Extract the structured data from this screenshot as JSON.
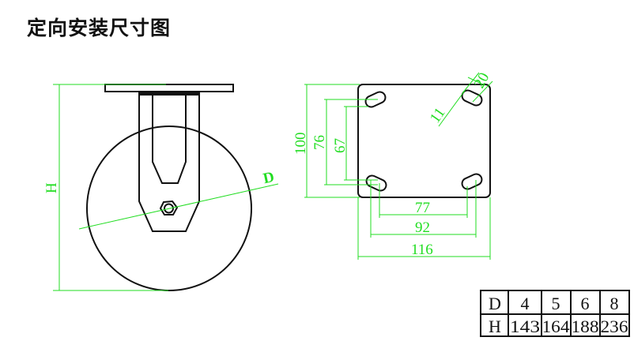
{
  "title": "定向安装尺寸图",
  "side_view": {
    "height_label": "H",
    "diameter_label": "D"
  },
  "plate_view": {
    "dims": {
      "height_outer": "100",
      "hole_outer_v": "76",
      "hole_inner_v": "67",
      "hole_inner_h": "77",
      "hole_outer_h": "92",
      "width_outer": "116",
      "slot_length": "20",
      "slot_width": "11"
    }
  },
  "table": {
    "rows": [
      {
        "header": "D",
        "values": [
          "4",
          "5",
          "6",
          "8"
        ]
      },
      {
        "header": "H",
        "values": [
          "143",
          "164",
          "188",
          "236"
        ]
      }
    ]
  },
  "colors": {
    "dimension": "#22dd22",
    "outline": "#111111"
  }
}
